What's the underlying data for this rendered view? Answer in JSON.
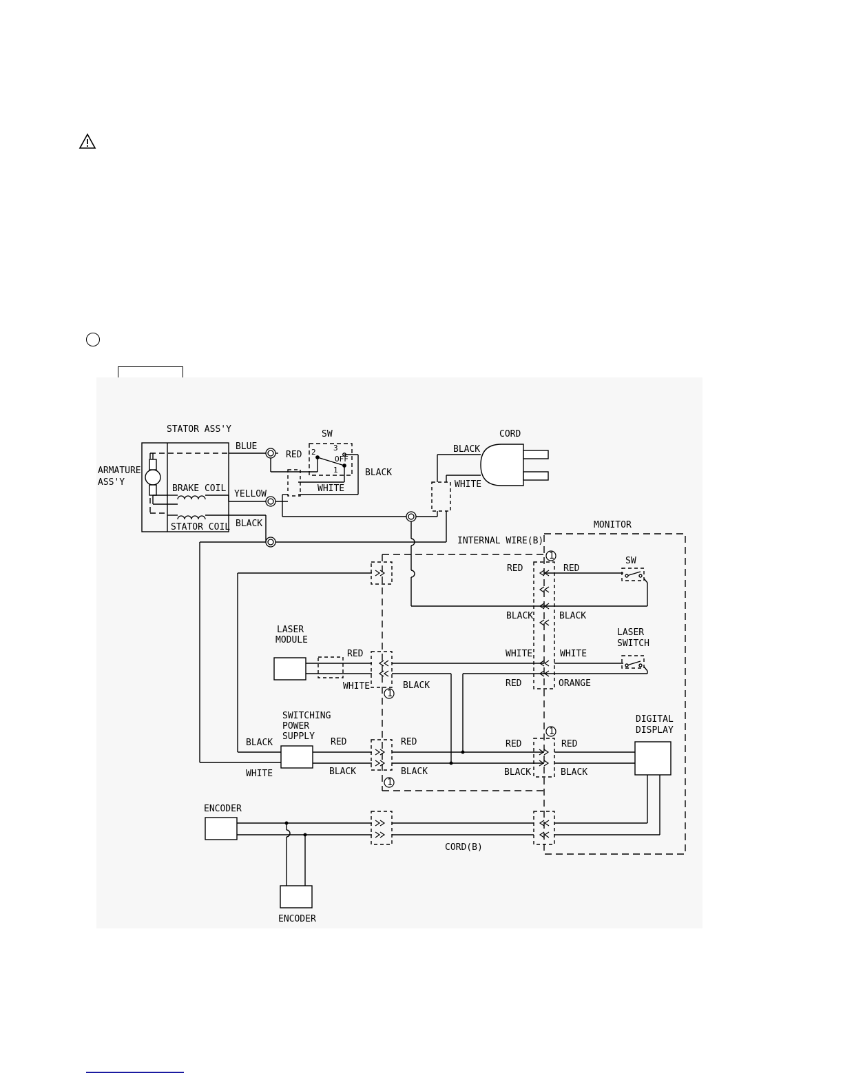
{
  "labels": {
    "stator_assy": "STATOR ASS'Y",
    "armature_1": "ARMATURE",
    "armature_2": "ASS'Y",
    "brake_coil": "BRAKE COIL",
    "stator_coil": "STATOR COIL",
    "sw": "SW",
    "sw_pos_2": "2",
    "sw_pos_3": "3",
    "sw_pos_1": "1",
    "sw_off": "OFF",
    "cord": "CORD",
    "monitor": "MONITOR",
    "internal_wire": "INTERNAL WIRE(B)",
    "monitor_sw": "SW",
    "laser_module_1": "LASER",
    "laser_module_2": "MODULE",
    "laser_switch_1": "LASER",
    "laser_switch_2": "SWITCH",
    "switching_1": "SWITCHING",
    "switching_2": "POWER",
    "switching_3": "SUPPLY",
    "digital_1": "DIGITAL",
    "digital_2": "DISPLAY",
    "encoder_top": "ENCODER",
    "encoder_bottom": "ENCODER",
    "cord_b": "CORD(B)",
    "ground_mark": "1"
  },
  "wires": {
    "blue": "BLUE",
    "red": "RED",
    "yellow": "YELLOW",
    "black": "BLACK",
    "white": "WHITE",
    "orange": "ORANGE"
  }
}
